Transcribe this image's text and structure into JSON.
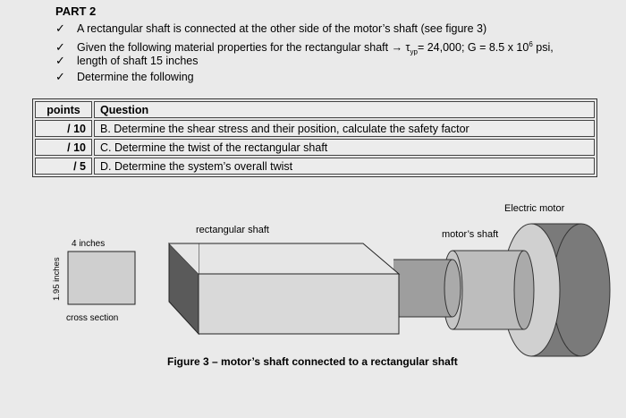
{
  "part_title": "PART 2",
  "bullets": [
    {
      "icon": "check-icon",
      "pre": "A rectangular shaft is connected at the other side of the motor’s shaft (see figure 3)"
    },
    {
      "icon": "check-icon",
      "pre": "Given the following material properties for the rectangular shaft → τ",
      "sub": "yp",
      "mid": "= 24,000; G = 8.5 x 10",
      "sup": "6",
      "post": " psi,"
    },
    {
      "icon": "check-icon",
      "pre": "length of shaft 15 inches"
    },
    {
      "icon": "check-icon",
      "pre": "Determine the following"
    }
  ],
  "table": {
    "headers": {
      "points": "points",
      "question": "Question"
    },
    "rows": [
      {
        "points": "/ 10",
        "question": "B. Determine the shear stress and their position, calculate the safety factor"
      },
      {
        "points": "/ 10",
        "question": "C. Determine the twist of the rectangular shaft"
      },
      {
        "points": "/ 5",
        "question": "D. Determine the system’s overall twist"
      }
    ]
  },
  "figure": {
    "cross_section_width_label": "4 inches",
    "cross_section_height_label": "1.95 inches",
    "cross_section_caption": "cross section",
    "rectangular_shaft_label": "rectangular shaft",
    "motor_shaft_label": "motor’s shaft",
    "electric_motor_label": "Electric motor",
    "caption": "Figure 3 – motor’s shaft connected to a rectangular shaft"
  }
}
